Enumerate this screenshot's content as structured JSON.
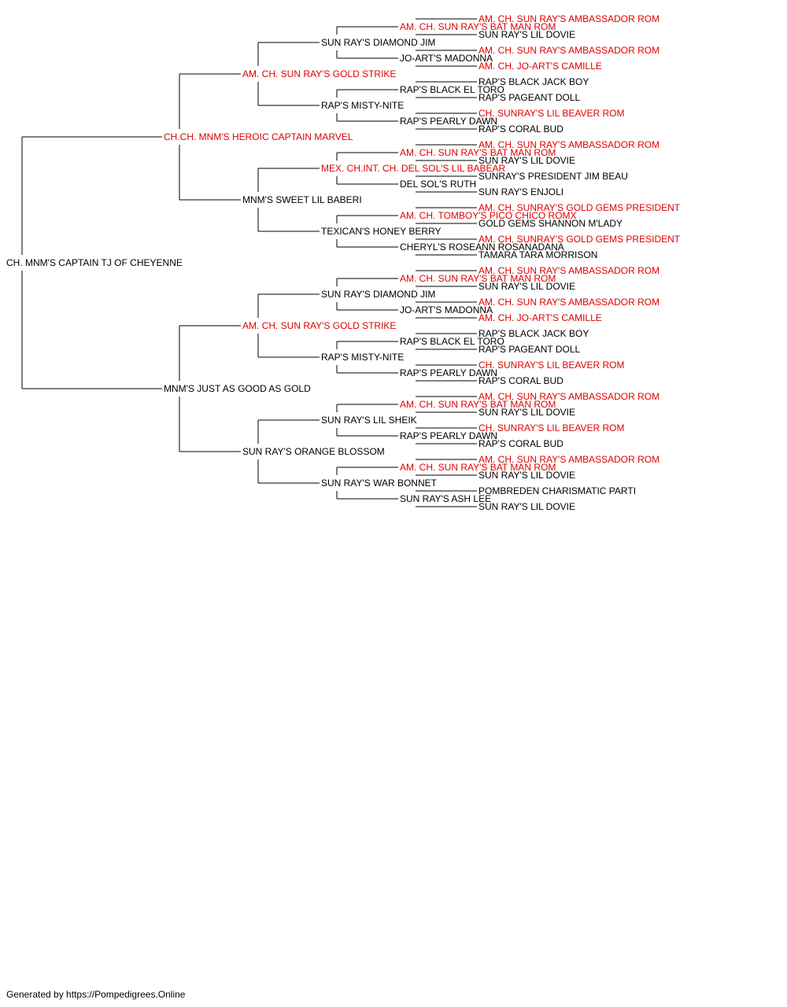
{
  "colors": {
    "champion": "#e00000",
    "normal": "#000000",
    "line": "#000000"
  },
  "pedigree": {
    "name": "CH. MNM'S CAPTAIN TJ OF CHEYENNE",
    "champion": false,
    "sire": {
      "name": "CH.CH. MNM'S HEROIC CAPTAIN MARVEL",
      "champion": true,
      "sire": {
        "name": "AM. CH. SUN RAY'S GOLD STRIKE",
        "champion": true,
        "sire": {
          "name": "SUN RAY'S DIAMOND JIM",
          "champion": false,
          "sire": {
            "name": "AM. CH. SUN RAY'S BAT MAN ROM",
            "champion": true,
            "sire": {
              "name": "AM. CH. SUN RAY'S AMBASSADOR ROM",
              "champion": true
            },
            "dam": {
              "name": "SUN RAY'S LIL DOVIE",
              "champion": false
            }
          },
          "dam": {
            "name": "JO-ART'S MADONNA",
            "champion": false,
            "sire": {
              "name": "AM. CH. SUN RAY'S AMBASSADOR ROM",
              "champion": true
            },
            "dam": {
              "name": "AM. CH. JO-ART'S CAMILLE",
              "champion": true
            }
          }
        },
        "dam": {
          "name": "RAP'S MISTY-NITE",
          "champion": false,
          "sire": {
            "name": "RAP'S BLACK EL TORO",
            "champion": false,
            "sire": {
              "name": "RAP'S BLACK JACK BOY",
              "champion": false
            },
            "dam": {
              "name": "RAP'S PAGEANT DOLL",
              "champion": false
            }
          },
          "dam": {
            "name": "RAP'S PEARLY DAWN",
            "champion": false,
            "sire": {
              "name": "CH. SUNRAY'S LIL BEAVER ROM",
              "champion": true
            },
            "dam": {
              "name": "RAP'S CORAL BUD",
              "champion": false
            }
          }
        }
      },
      "dam": {
        "name": "MNM'S SWEET LIL BABERI",
        "champion": false,
        "sire": {
          "name": "MEX. CH.INT. CH. DEL SOL'S LIL BABEAR",
          "champion": true,
          "sire": {
            "name": "AM. CH. SUN RAY'S BAT MAN ROM",
            "champion": true,
            "sire": {
              "name": "AM. CH. SUN RAY'S AMBASSADOR ROM",
              "champion": true
            },
            "dam": {
              "name": "SUN RAY'S LIL DOVIE",
              "champion": false
            }
          },
          "dam": {
            "name": "DEL SOL'S RUTH",
            "champion": false,
            "sire": {
              "name": "SUNRAY'S PRESIDENT JIM BEAU",
              "champion": false
            },
            "dam": {
              "name": "SUN RAY'S ENJOLI",
              "champion": false
            }
          }
        },
        "dam": {
          "name": "TEXICAN'S HONEY BERRY",
          "champion": false,
          "sire": {
            "name": "AM. CH. TOMBOY'S PICO CHICO ROMX",
            "champion": true,
            "sire": {
              "name": "AM. CH. SUNRAY'S GOLD GEMS PRESIDENT",
              "champion": true
            },
            "dam": {
              "name": "GOLD GEMS SHANNON M'LADY",
              "champion": false
            }
          },
          "dam": {
            "name": "CHERYL'S ROSEANN ROSANADANA",
            "champion": false,
            "sire": {
              "name": "AM. CH. SUNRAY'S GOLD GEMS PRESIDENT",
              "champion": true
            },
            "dam": {
              "name": "TAMARA TARA MORRISON",
              "champion": false
            }
          }
        }
      }
    },
    "dam": {
      "name": "MNM'S JUST AS GOOD AS GOLD",
      "champion": false,
      "sire": {
        "name": "AM. CH. SUN RAY'S GOLD STRIKE",
        "champion": true,
        "sire": {
          "name": "SUN RAY'S DIAMOND JIM",
          "champion": false,
          "sire": {
            "name": "AM. CH. SUN RAY'S BAT MAN ROM",
            "champion": true,
            "sire": {
              "name": "AM. CH. SUN RAY'S AMBASSADOR ROM",
              "champion": true
            },
            "dam": {
              "name": "SUN RAY'S LIL DOVIE",
              "champion": false
            }
          },
          "dam": {
            "name": "JO-ART'S MADONNA",
            "champion": false,
            "sire": {
              "name": "AM. CH. SUN RAY'S AMBASSADOR ROM",
              "champion": true
            },
            "dam": {
              "name": "AM. CH. JO-ART'S CAMILLE",
              "champion": true
            }
          }
        },
        "dam": {
          "name": "RAP'S MISTY-NITE",
          "champion": false,
          "sire": {
            "name": "RAP'S BLACK EL TORO",
            "champion": false,
            "sire": {
              "name": "RAP'S BLACK JACK BOY",
              "champion": false
            },
            "dam": {
              "name": "RAP'S PAGEANT DOLL",
              "champion": false
            }
          },
          "dam": {
            "name": "RAP'S PEARLY DAWN",
            "champion": false,
            "sire": {
              "name": "CH. SUNRAY'S LIL BEAVER ROM",
              "champion": true
            },
            "dam": {
              "name": "RAP'S CORAL BUD",
              "champion": false
            }
          }
        }
      },
      "dam": {
        "name": "SUN RAY'S ORANGE BLOSSOM",
        "champion": false,
        "sire": {
          "name": "SUN RAY'S LIL SHEIK",
          "champion": false,
          "sire": {
            "name": "AM. CH. SUN RAY'S BAT MAN ROM",
            "champion": true,
            "sire": {
              "name": "AM. CH. SUN RAY'S AMBASSADOR ROM",
              "champion": true
            },
            "dam": {
              "name": "SUN RAY'S LIL DOVIE",
              "champion": false
            }
          },
          "dam": {
            "name": "RAP'S PEARLY DAWN",
            "champion": false,
            "sire": {
              "name": "CH. SUNRAY'S LIL BEAVER ROM",
              "champion": true
            },
            "dam": {
              "name": "RAP'S CORAL BUD",
              "champion": false
            }
          }
        },
        "dam": {
          "name": "SUN RAY'S WAR BONNET",
          "champion": false,
          "sire": {
            "name": "AM. CH. SUN RAY'S BAT MAN ROM",
            "champion": true,
            "sire": {
              "name": "AM. CH. SUN RAY'S AMBASSADOR ROM",
              "champion": true
            },
            "dam": {
              "name": "SUN RAY'S LIL DOVIE",
              "champion": false
            }
          },
          "dam": {
            "name": "SUN RAY'S ASH LEE",
            "champion": false,
            "sire": {
              "name": "POMBREDEN CHARISMATIC PARTI",
              "champion": false
            },
            "dam": {
              "name": "SUN RAY'S LIL DOVIE",
              "champion": false
            }
          }
        }
      }
    }
  },
  "footer": "Generated by https://Pompedigrees.Online"
}
